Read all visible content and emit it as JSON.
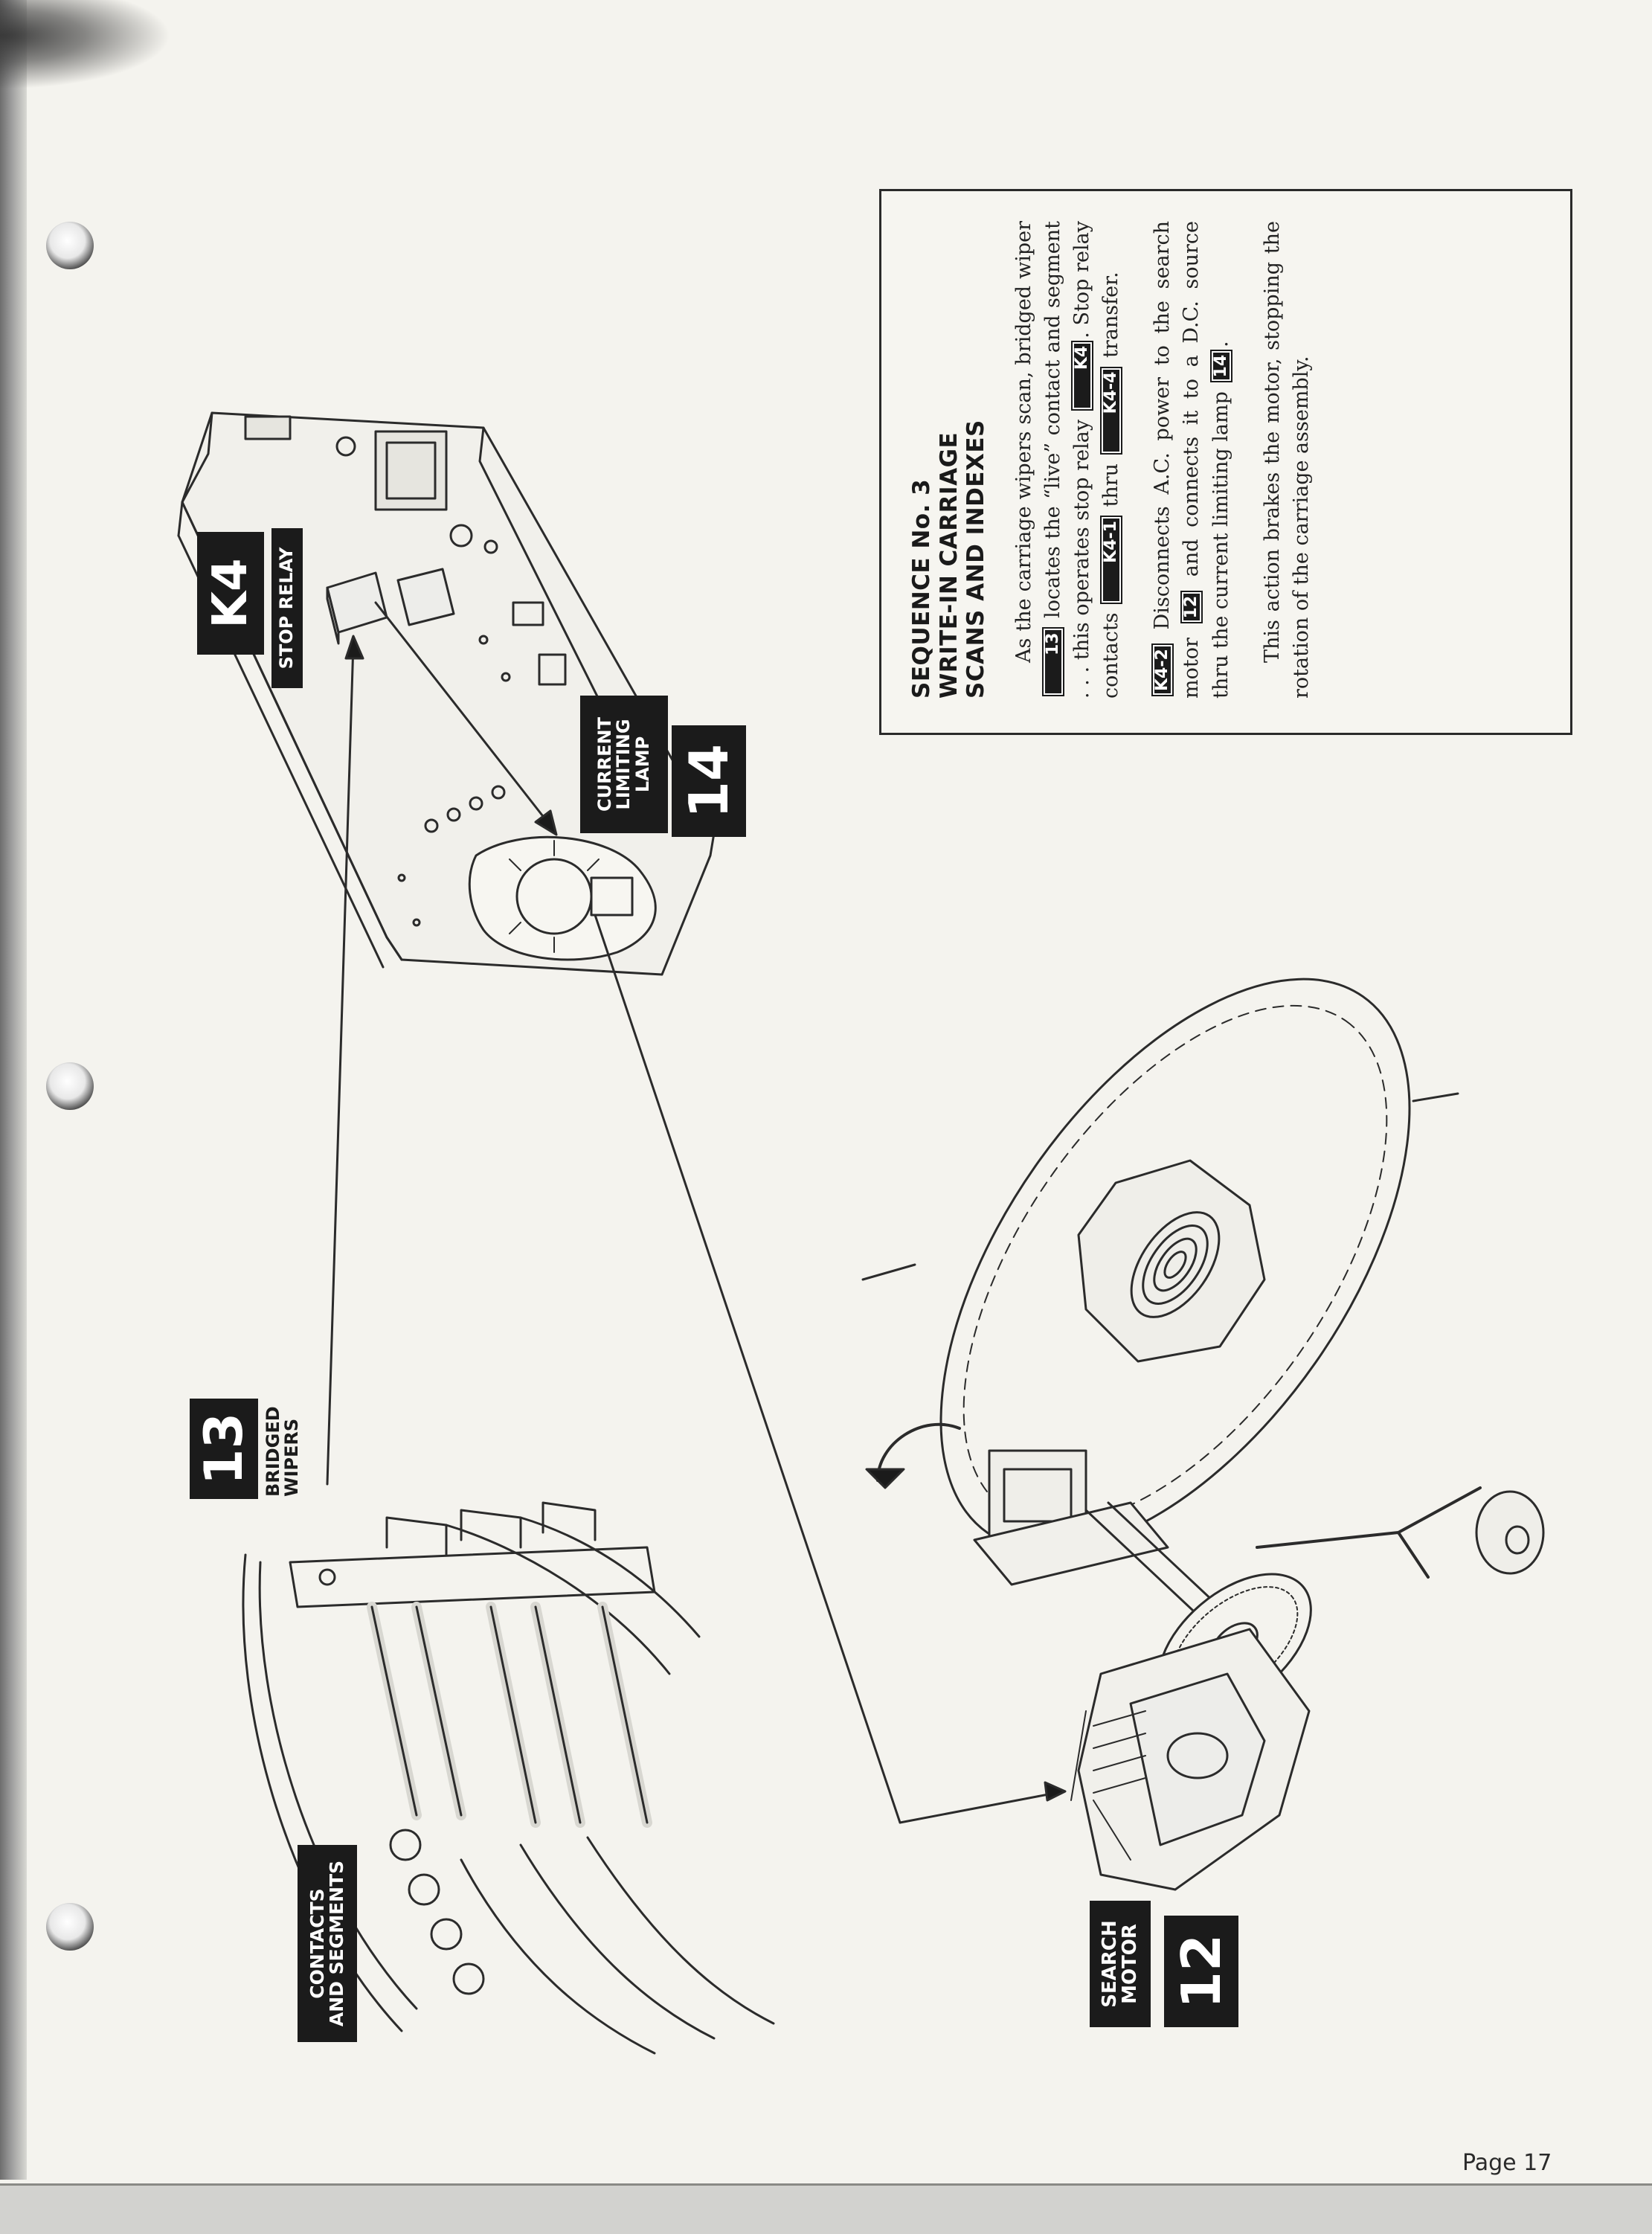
{
  "labels": {
    "stop_relay_number": "K4",
    "stop_relay_caption": "STOP RELAY",
    "lamp_caption_line1": "CURRENT",
    "lamp_caption_line2": "LIMITING",
    "lamp_caption_line3": "LAMP",
    "lamp_number": "14",
    "wipers_number": "13",
    "wipers_caption_line1": "BRIDGED",
    "wipers_caption_line2": "WIPERS",
    "contacts_caption_line1": "CONTACTS",
    "contacts_caption_line2": "AND SEGMENTS",
    "motor_caption_line1": "SEARCH",
    "motor_caption_line2": "MOTOR",
    "motor_number": "12"
  },
  "panel": {
    "title_line1": "SEQUENCE No. 3",
    "title_line2": "WRITE-IN CARRIAGE",
    "title_line3": "SCANS AND INDEXES",
    "p1_a": "As the carriage wipers scan, bridged wiper",
    "p1_ref1": "13",
    "p1_b": "locates the “live” contact and segment . . . this operates stop relay",
    "p1_ref2": "K4",
    "p1_c": ". Stop relay contacts",
    "p1_ref3": "K4-1",
    "p1_d": "thru",
    "p1_ref4": "K4-4",
    "p1_e": "transfer.",
    "p2_ref1": "K4-2",
    "p2_a": "Disconnects A.C. power to the search motor",
    "p2_ref2": "12",
    "p2_b": "and connects it to a D.C. source thru the current limiting lamp",
    "p2_ref3": "14",
    "p2_c": ".",
    "p3": "This action brakes the motor, stopping the rotation of the carriage assembly."
  },
  "footer": {
    "page_number": "Page 17"
  },
  "colors": {
    "label_fill": "#1b1b1b",
    "paper": "#f4f3ee",
    "line_art": "#2b2b2b"
  }
}
